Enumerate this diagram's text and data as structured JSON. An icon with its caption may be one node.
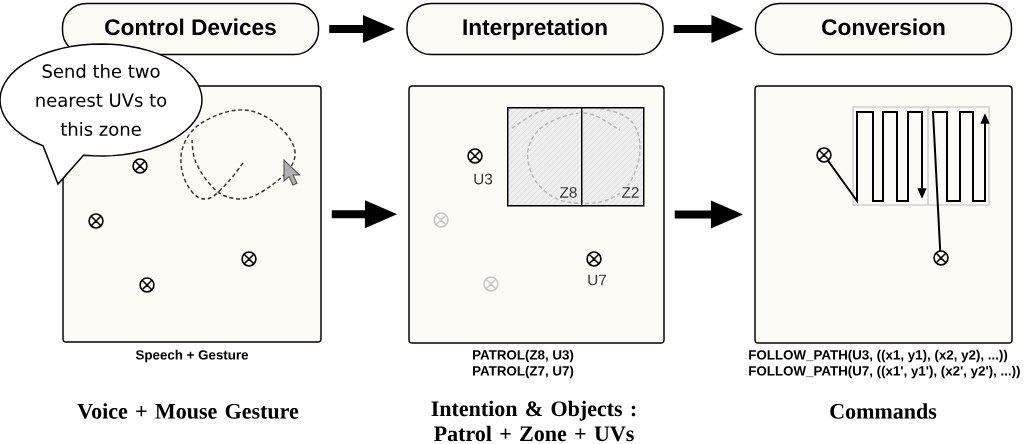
{
  "diagram": {
    "nodes": [
      {
        "text": [
          "Control Devices"
        ]
      },
      {
        "text": [
          "Interpretation"
        ]
      },
      {
        "text": [
          "Conversion"
        ]
      },
      {
        "text": [
          "Send the two nearest UVs to this zone"
        ]
      },
      {
        "text": [],
        "shape": "box",
        "beside": [
          "Speech + Gesture",
          "Voice + Mouse Gesture"
        ]
      },
      {
        "text": [],
        "shape": "box",
        "beside": [
          "PATROL(Z8, U3)",
          "PATROL(Z7, U7)",
          "Intention & Objects : Patrol + Zone + UVs"
        ]
      },
      {
        "text": [
          "Z8"
        ],
        "in": 5
      },
      {
        "text": [
          "Z2"
        ],
        "in": 5
      },
      {
        "text": [],
        "shape": "box",
        "beside": [
          "FOLLOW_PATH(U3, ((x1, y1), (x2, y2), ...))",
          "FOLLOW_PATH(U7, ((x1', y1'), (x2', y2'), ...))",
          "Commands"
        ]
      }
    ],
    "edges": [
      {
        "from": 0,
        "to": 1,
        "arrow": "to"
      },
      {
        "from": 1,
        "to": 2,
        "arrow": "to"
      },
      {
        "from": 4,
        "to": 5,
        "arrow": "to"
      },
      {
        "from": 5,
        "to": 8,
        "arrow": "to"
      }
    ],
    "labels": [
      "U3",
      "U7"
    ]
  }
}
